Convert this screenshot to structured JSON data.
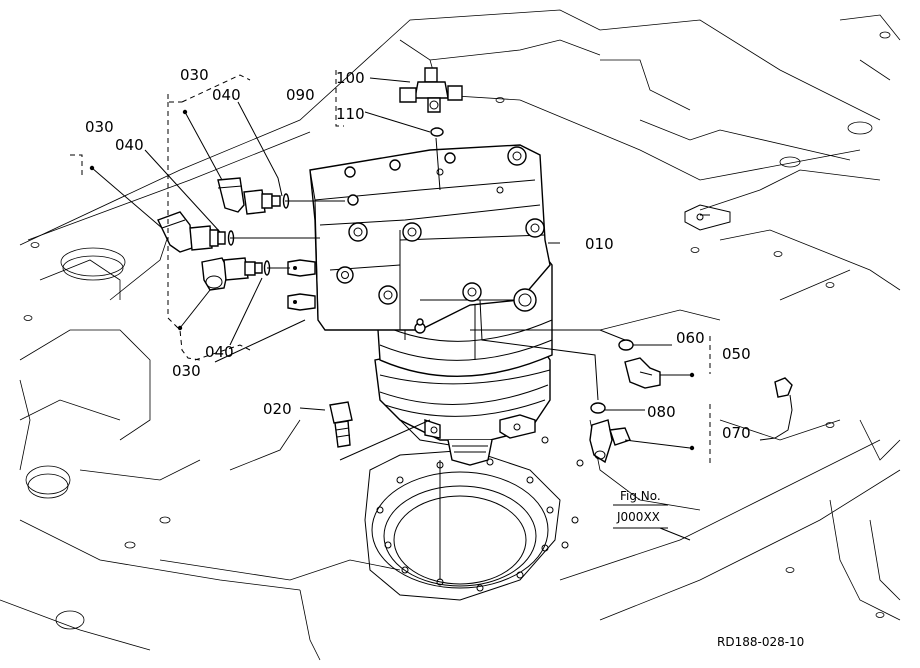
{
  "callouts": {
    "c010": "010",
    "c020": "020",
    "c030_a": "030",
    "c030_b": "030",
    "c030_c": "030",
    "c040_a": "040",
    "c040_b": "040",
    "c040_c": "040",
    "c050": "050",
    "c060": "060",
    "c070": "070",
    "c080": "080",
    "c090": "090",
    "c100": "100",
    "c110": "110"
  },
  "fig_box": {
    "line1": "Fig.No.",
    "line2": "J000XX"
  },
  "drawing_code": "RD188-028-10"
}
